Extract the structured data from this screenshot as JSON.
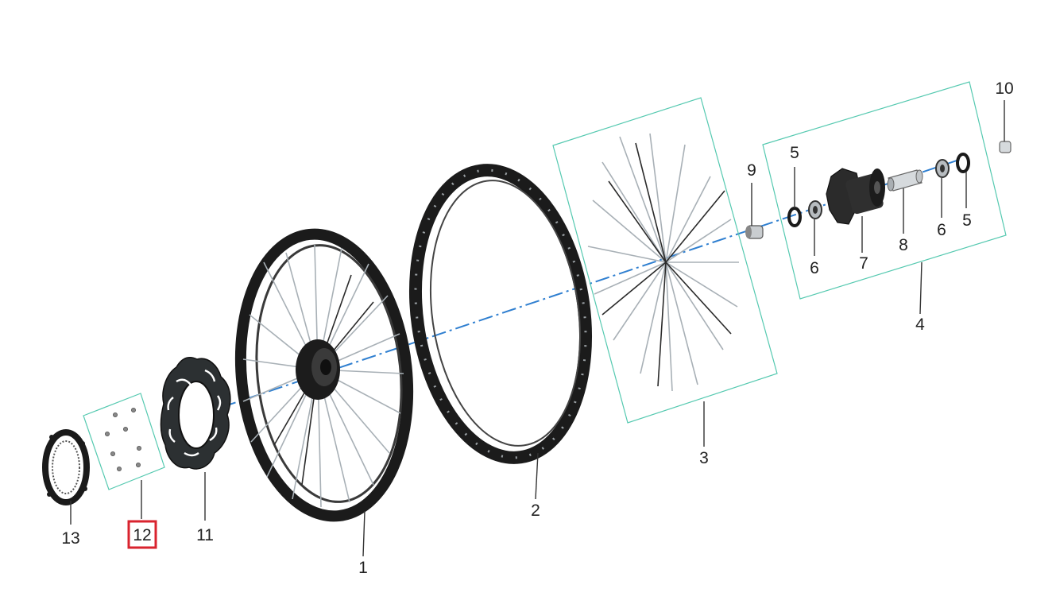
{
  "diagram": {
    "colors": {
      "axis": "#2f7fd0",
      "group_box": "#55c9b0",
      "highlight": "#d9232e",
      "part": "#1a1a1a"
    },
    "callouts": [
      {
        "id": "1",
        "label": "1"
      },
      {
        "id": "2",
        "label": "2"
      },
      {
        "id": "3",
        "label": "3"
      },
      {
        "id": "4",
        "label": "4"
      },
      {
        "id": "5a",
        "label": "5"
      },
      {
        "id": "5b",
        "label": "5"
      },
      {
        "id": "6a",
        "label": "6"
      },
      {
        "id": "6b",
        "label": "6"
      },
      {
        "id": "7",
        "label": "7"
      },
      {
        "id": "8",
        "label": "8"
      },
      {
        "id": "9",
        "label": "9"
      },
      {
        "id": "10",
        "label": "10"
      },
      {
        "id": "11",
        "label": "11"
      },
      {
        "id": "12",
        "label": "12",
        "highlighted": true
      },
      {
        "id": "13",
        "label": "13"
      }
    ]
  }
}
